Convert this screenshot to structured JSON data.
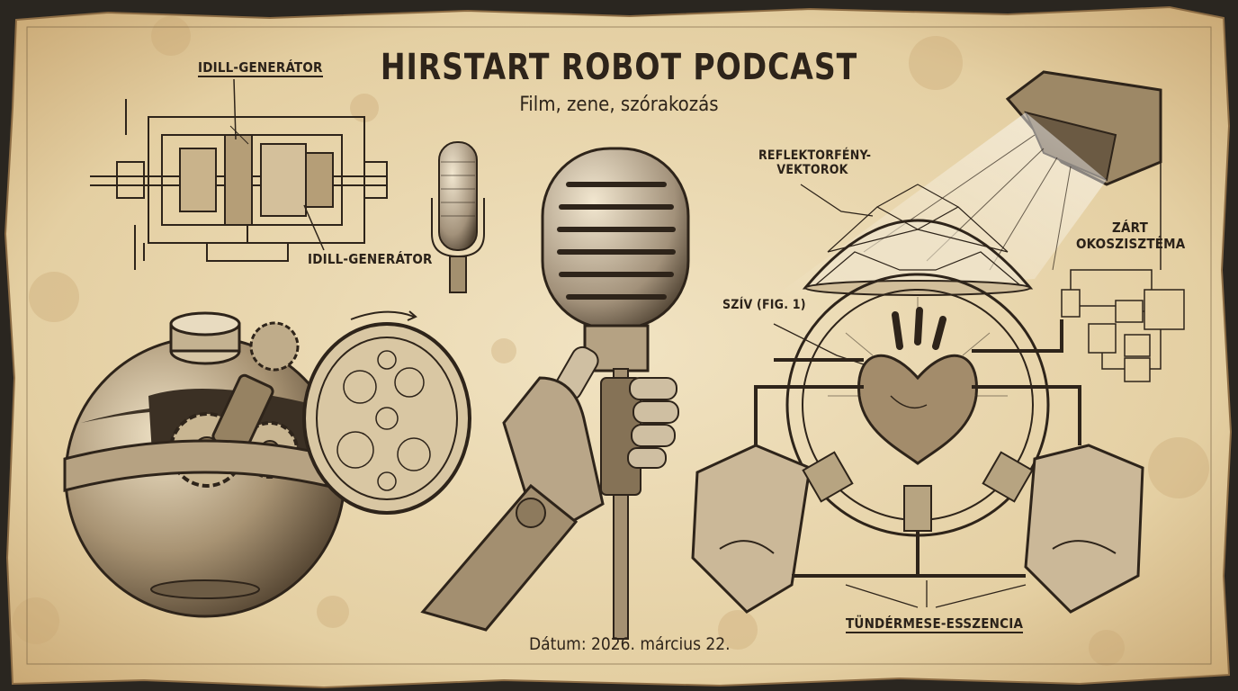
{
  "poster": {
    "title": "HIRSTART ROBOT PODCAST",
    "subtitle": "Film, zene, szórakozás",
    "date": "Dátum: 2026. március 22."
  },
  "labels": {
    "idill_top": "IDILL-GENERÁTOR",
    "idill_bottom": "IDILL-GENERÁTOR",
    "reflektor_line1": "REFLEKTORFÉNY-",
    "reflektor_line2": "VEKTOROK",
    "zart_line1": "ZÁRT",
    "zart_line2": "OKOSZISZTÉMA",
    "sziv": "SZÍV (FIG. 1)",
    "tunder": "TÜNDÉRMESE-ESSZENCIA"
  },
  "colors": {
    "paper": "#ead9b4",
    "ink": "#2e241a",
    "stain": "#c9a574"
  }
}
